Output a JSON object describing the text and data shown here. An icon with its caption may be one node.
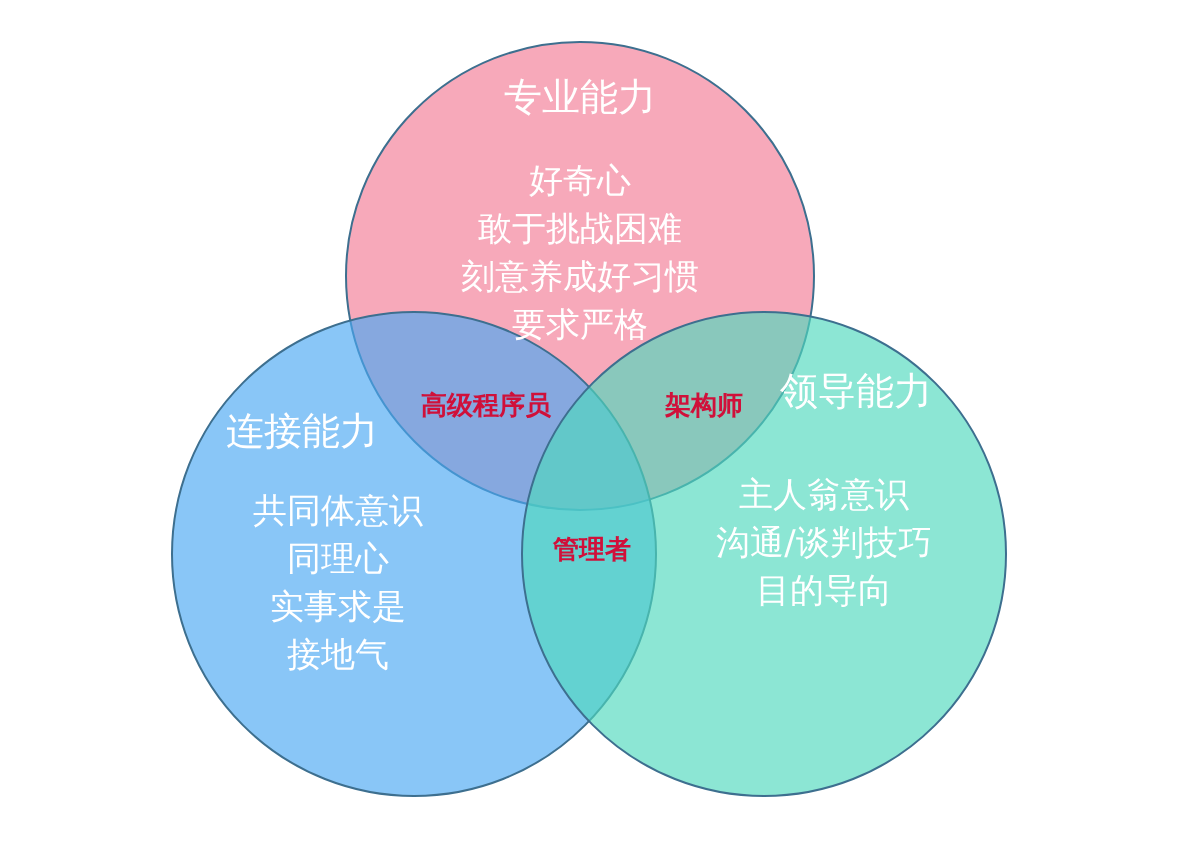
{
  "diagram": {
    "nodes": [
      {
        "text": [
          "专业能力",
          "好奇心",
          "敢于挑战困难",
          "刻意养成好习惯",
          "要求严格"
        ]
      },
      {
        "text": [
          "连接能力",
          "共同体意识",
          "同理心",
          "实事求是",
          "接地气"
        ]
      },
      {
        "text": [
          "领导能力",
          "主人翁意识",
          "沟通/谈判技巧",
          "目的导向"
        ]
      }
    ],
    "labels": [
      "高级程序员",
      "架构师",
      "管理者"
    ]
  }
}
